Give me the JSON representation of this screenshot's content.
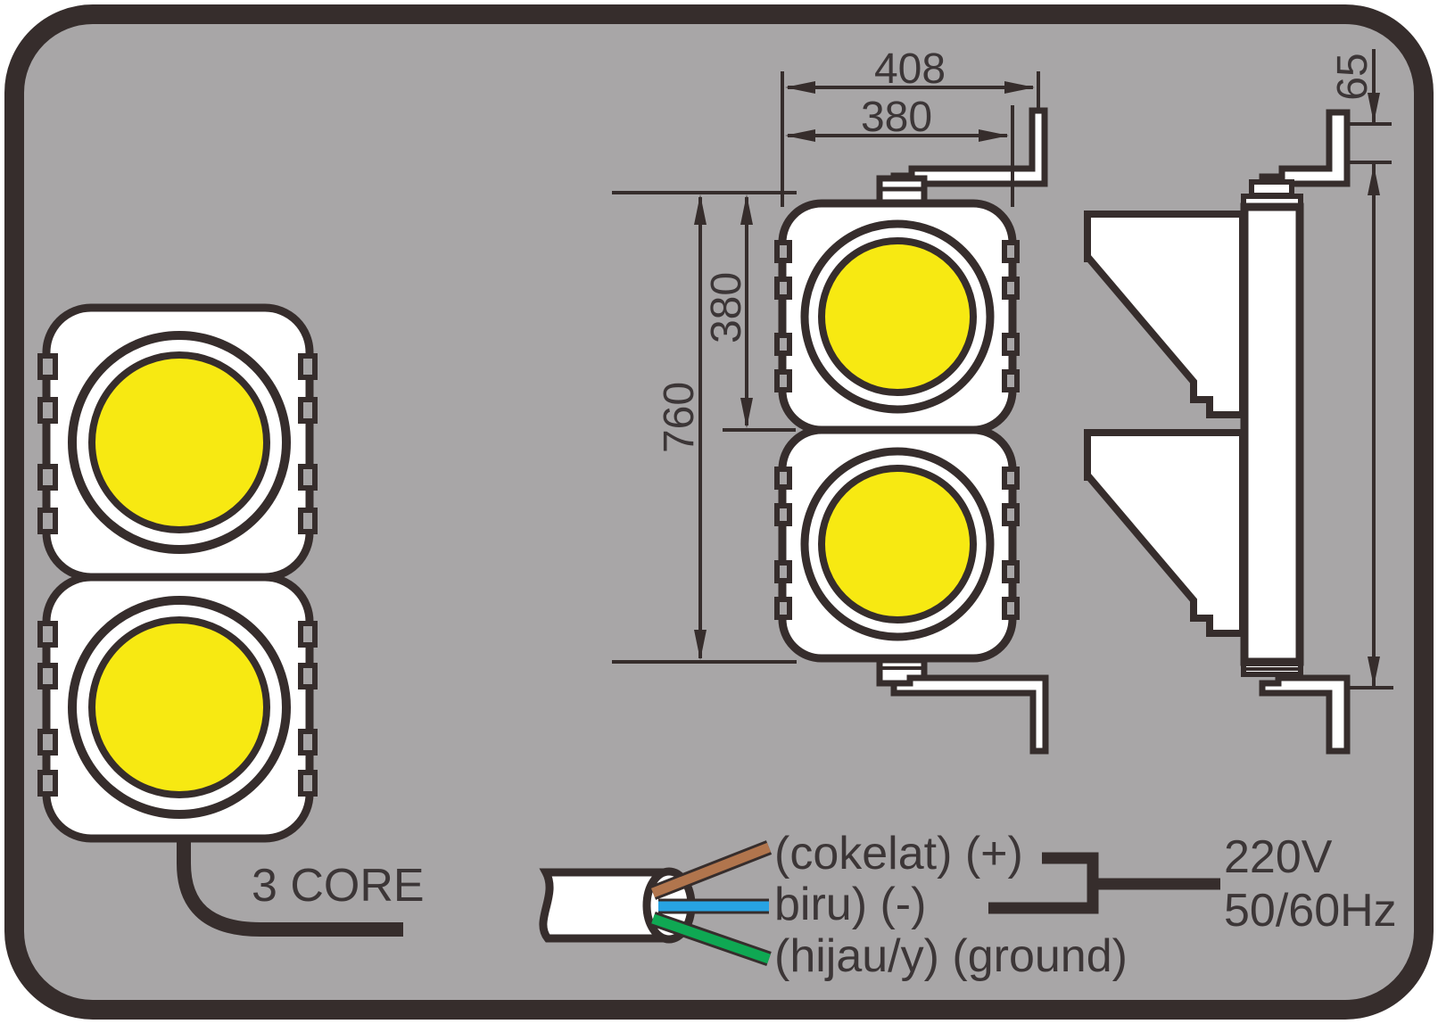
{
  "drawing": {
    "title": "traffic-signal-technical-drawing",
    "dims": {
      "width_outer": "408",
      "width_inner": "380",
      "height_half": "380",
      "height_full": "760",
      "bracket_offset": "65"
    },
    "cable": {
      "label": "3 CORE"
    },
    "wiring": {
      "brown_label": "(cokelat) (+)",
      "blue_label": "biru) (-)",
      "green_label": "(hijau/y) (ground)",
      "power_voltage": "220V",
      "power_frequency": "50/60Hz"
    }
  },
  "colors": {
    "bg": "#ffffff",
    "panel": "#a8a6a7",
    "line": "#362d2c",
    "text": "#3c3637",
    "housing": "#ffffff",
    "lens": "#f7e912",
    "wire_brown": "#b1754d",
    "wire_blue": "#27a3e3",
    "wire_green": "#0fa853"
  }
}
